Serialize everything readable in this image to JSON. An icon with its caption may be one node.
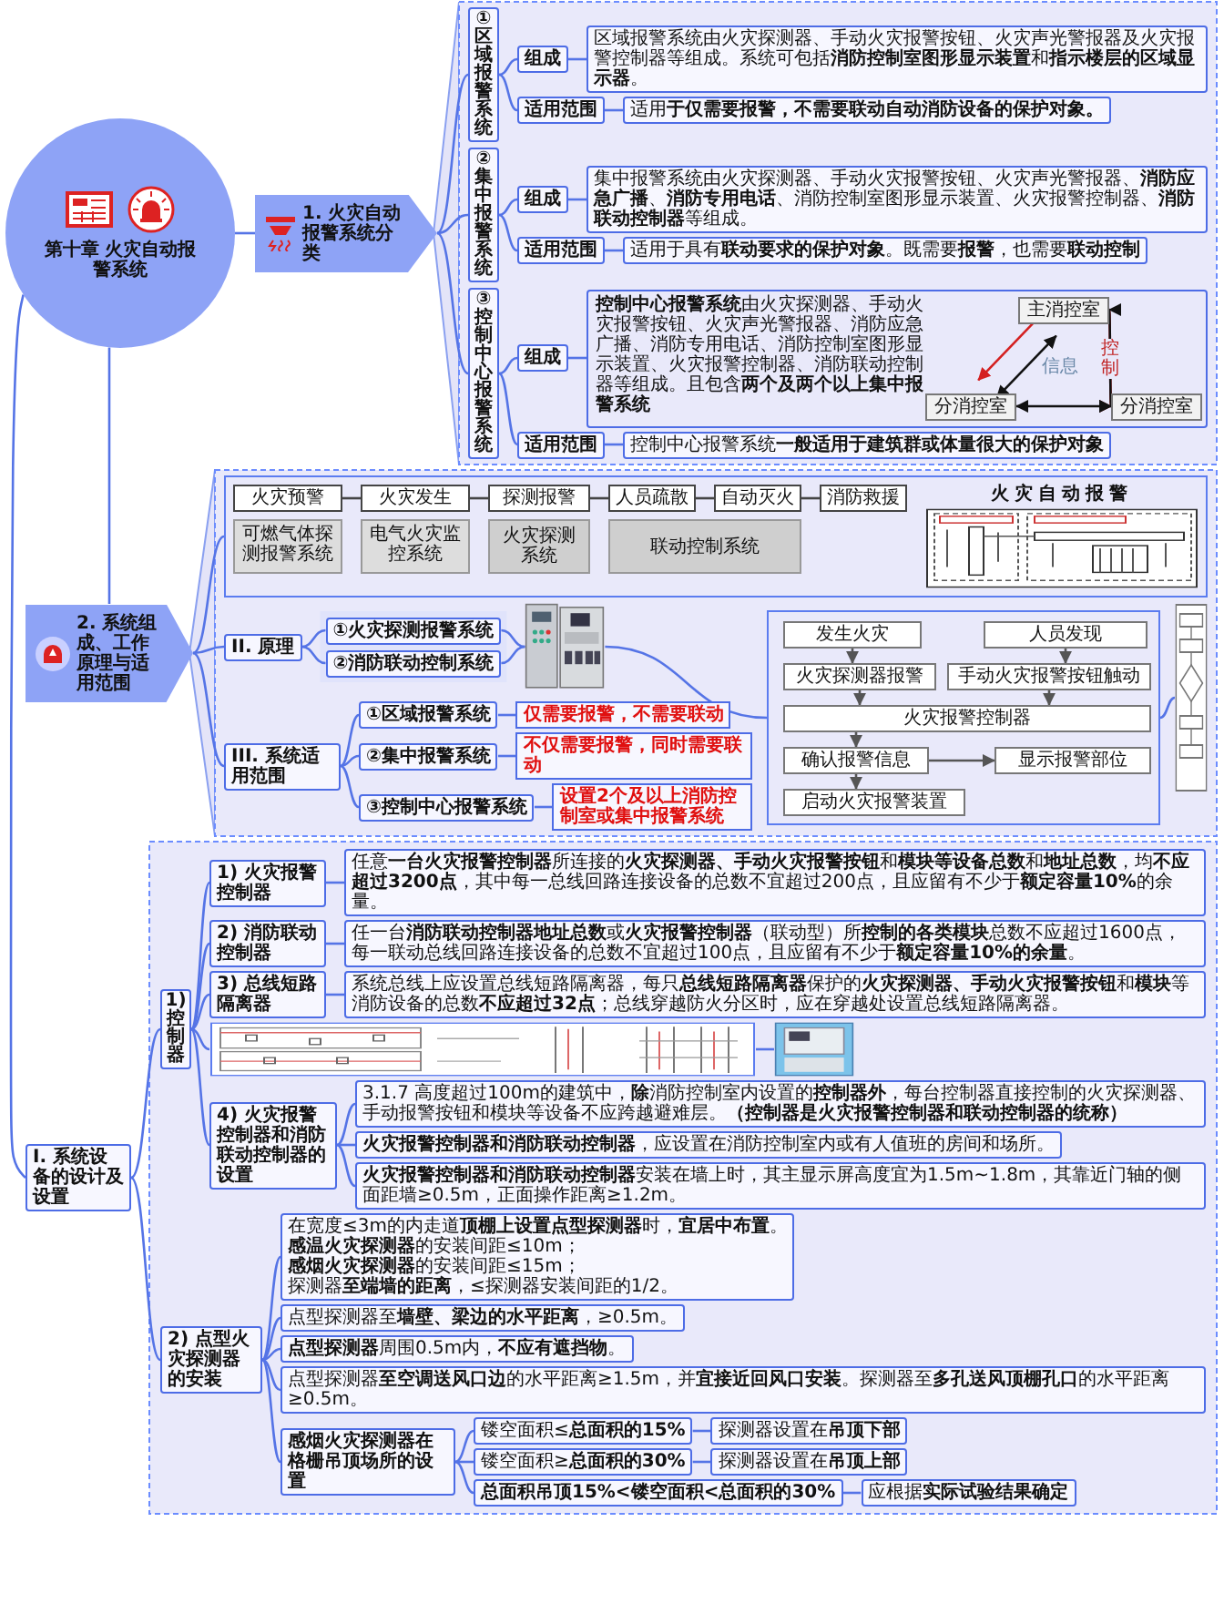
{
  "diagram": {
    "nodes": [
      {
        "text": [
          "第十章 火灾自动报警系统"
        ]
      },
      {
        "text": [
          "**1. 火灾自动报警系统**分类"
        ]
      },
      {
        "text": [
          "①区域报警系统"
        ]
      },
      {
        "text": [
          "组成"
        ]
      },
      {
        "text": [
          "区域报警系统由火灾探测器、手动火灾报警按钮、火灾声光警报器及火灾报警控制器等组成。系统可包括**消防控制室图形显示装置**和**指示楼层的区域显示器**。"
        ]
      },
      {
        "text": [
          "适用范围"
        ]
      },
      {
        "text": [
          "适用**于仅需要报警，不需要联动自动消防设备的保护对象。**"
        ]
      },
      {
        "text": [
          "②集中报警系统"
        ]
      },
      {
        "text": [
          "组成"
        ]
      },
      {
        "text": [
          "集中报警系统由火灾探测器、手动火灾报警按钮、火灾声光警报器、**消防应急广播**、**消防专用电话**、消防控制室图形显示装置、火灾报警控制器、**消防联动控制器**等组成。"
        ]
      },
      {
        "text": [
          "适用范围"
        ]
      },
      {
        "text": [
          "适用于具有**联动要求的保护对象**。既需要**报警**，也需要**联动控制**"
        ]
      },
      {
        "text": [
          "③控制中心报警系统"
        ]
      },
      {
        "text": [
          "组成"
        ]
      },
      {
        "text": [
          "**控制中心报警系统**由火灾探测器、手动火灾报警按钮、火灾声光警报器、消防应急广播、消防专用电话、消防控制室图形显示装置、火灾报警控制器、消防联动控制器等组成。且包含**两个及两个以上集中报警系统**"
        ]
      },
      {
        "text": [
          "主消控室"
        ],
        "in": 14
      },
      {
        "text": [
          "分消控室"
        ],
        "in": 14
      },
      {
        "text": [
          "分消控室"
        ],
        "in": 14
      },
      {
        "text": [
          "适用范围"
        ]
      },
      {
        "text": [
          "控制中心报警系统**一般适用于建筑群或体量很大的保护对象**"
        ]
      },
      {
        "text": [
          "2. 系统组成、工作原理与适用范围"
        ]
      },
      {
        "text": [],
        "shape": "box"
      },
      {
        "text": [
          "火灾预警"
        ],
        "in": 21
      },
      {
        "text": [
          "火灾发生"
        ],
        "in": 21
      },
      {
        "text": [
          "探测报警"
        ],
        "in": 21
      },
      {
        "text": [
          "人员疏散"
        ],
        "in": 21
      },
      {
        "text": [
          "自动灭火"
        ],
        "in": 21
      },
      {
        "text": [
          "消防救援"
        ],
        "in": 21
      },
      {
        "text": [
          "可燃气体探测报警系统"
        ],
        "in": 21
      },
      {
        "text": [
          "电气火灾监控系统"
        ],
        "in": 21
      },
      {
        "text": [
          "火灾探测系统"
        ],
        "in": 21
      },
      {
        "text": [
          "联动控制系统"
        ],
        "in": 21
      },
      {
        "text": [
          "II. 原理"
        ]
      },
      {
        "text": [
          "①**火灾探测报警**系统"
        ]
      },
      {
        "text": [
          "②**消防联动控制**系统"
        ]
      },
      {
        "text": [],
        "shape": "picture"
      },
      {
        "text": [],
        "shape": "box"
      },
      {
        "text": [
          "发生火灾"
        ],
        "in": 36
      },
      {
        "text": [
          "人员发现"
        ],
        "in": 36
      },
      {
        "text": [
          "火灾探测器报警"
        ],
        "in": 36
      },
      {
        "text": [
          "手动火灾报警按钮触动"
        ],
        "in": 36
      },
      {
        "text": [
          "火灾报警控制器"
        ],
        "in": 36
      },
      {
        "text": [
          "确认报警信息"
        ],
        "in": 36
      },
      {
        "text": [
          "显示报警部位"
        ],
        "in": 36
      },
      {
        "text": [
          "启动火灾报警装置"
        ],
        "in": 36
      },
      {
        "text": [],
        "shape": "picture"
      },
      {
        "text": [
          "III. 系统适用范围"
        ]
      },
      {
        "text": [
          "①区域报警系统"
        ]
      },
      {
        "text": [
          "仅需要报警，不需要联动"
        ]
      },
      {
        "text": [
          "②集中报警系统"
        ]
      },
      {
        "text": [
          "不仅需要报警，同时需要联动"
        ]
      },
      {
        "text": [
          "③控制中心报警系统"
        ]
      },
      {
        "text": [
          "设置2个及以上消防控制室或集中报警系统"
        ]
      },
      {
        "text": [
          "I. 系统设备的设计及设置"
        ]
      },
      {
        "text": [
          "1) 控制器"
        ]
      },
      {
        "text": [
          "1) 火灾报警控制器"
        ]
      },
      {
        "text": [
          "任意**一台火灾报警控制器**所连接的**火灾探测器、手动火灾报警按钮**和**模块等设备总数**和**地址总数**，均**不应超过3200点**，其中每一总线回路连接设备的总数不宜超过200点，且应留有不少于**额定容量10%**的余量。"
        ]
      },
      {
        "text": [
          "2) 消防联动控制器"
        ]
      },
      {
        "text": [
          "任一台**消防联动控制器地址总数**或**火灾报警控制器**（联动型）所**控制的各类模块**总数不应超过1600点，每一联动总线回路连接设备的总数不宜超过100点，且应留有不少于**额定容量10%的余量**。"
        ]
      },
      {
        "text": [
          "3) 总线短路隔离器"
        ]
      },
      {
        "text": [
          "系统总线上应设置总线短路隔离器，每只**总线短路隔离器**保护的**火灾探测器、手动火灾报警按钮**和**模块**等消防设备的总数**不应超过32点**；总线穿越防火分区时，应在穿越处设置总线短路隔离器。"
        ]
      },
      {
        "text": [],
        "shape": "picture"
      },
      {
        "text": [],
        "shape": "picture"
      },
      {
        "text": [
          "**4) 火灾报警控制器和消防联动控制器**的设置"
        ]
      },
      {
        "text": [
          "3.1.7 高度超过100m的建筑中，**除**消防控制室内设置的**控制器外**，每台控制器直接控制的火灾探测器、手动报警按钮和模块等设备不应跨越避难层。**（控制器是火灾报警控制器和联动控制器的统称）**"
        ]
      },
      {
        "text": [
          "**火灾报警控制器和消防联动控制器**，应设置在消防控制室内或有人值班的房间和场所。"
        ]
      },
      {
        "text": [
          "**火灾报警控制器和消防联动控制器**安装在墙上时，其主显示屏高度宜为1.5m~1.8m，其靠近门轴的侧面距墙≥0.5m，正面操作距离≥1.2m。"
        ]
      },
      {
        "text": [
          "**2) 点型火灾探测器**的安装"
        ]
      },
      {
        "text": [
          "在宽度≤3m的内走道**顶棚上设置点型探测器**时，**宜居中布置**。",
          "**感温火灾探测器**的安装间距≤10m；",
          "**感烟火灾探测器**的安装间距≤15m；",
          "探测器**至端墙的距离**，≤探测器安装间距的1/2。"
        ]
      },
      {
        "text": [
          "点型探测器至**墙壁、梁边的水平距离**，≥0.5m。"
        ]
      },
      {
        "text": [
          "**点型探测器**周围0.5m内，**不应有遮挡物**。"
        ]
      },
      {
        "text": [
          "点型探测器**至空调送风口边**的水平距离≥1.5m，并**宜接近回风口安装**。探测器至**多孔送风顶棚孔口**的水平距离≥0.5m。"
        ]
      },
      {
        "text": [
          "感烟火灾探测器在格栅吊顶场所的设置"
        ]
      },
      {
        "text": [
          "镂空面积≤**总面积的15%**"
        ]
      },
      {
        "text": [
          "探测器设置在**吊顶下部**"
        ]
      },
      {
        "text": [
          "镂空面积≥**总面积的30%**"
        ]
      },
      {
        "text": [
          "探测器设置在**吊顶上部**"
        ]
      },
      {
        "text": [
          "**总面积吊顶15%<镂空面积<总面积的30%**"
        ]
      },
      {
        "text": [
          "应根据**实际试验结果确定**"
        ]
      }
    ],
    "edges": [
      {
        "from": 0,
        "to": 1,
        "arrow": "none"
      },
      {
        "from": 0,
        "to": 20,
        "arrow": "none"
      },
      {
        "from": 0,
        "to": 53,
        "arrow": "none"
      },
      {
        "from": 1,
        "to": 2,
        "arrow": "none"
      },
      {
        "from": 1,
        "to": 7,
        "arrow": "none"
      },
      {
        "from": 1,
        "to": 12,
        "arrow": "none"
      },
      {
        "from": 2,
        "to": 3,
        "arrow": "none"
      },
      {
        "from": 2,
        "to": 5,
        "arrow": "none"
      },
      {
        "from": 3,
        "to": 4,
        "arrow": "none"
      },
      {
        "from": 5,
        "to": 6,
        "arrow": "none"
      },
      {
        "from": 7,
        "to": 8,
        "arrow": "none"
      },
      {
        "from": 7,
        "to": 10,
        "arrow": "none"
      },
      {
        "from": 8,
        "to": 9,
        "arrow": "none"
      },
      {
        "from": 10,
        "to": 11,
        "arrow": "none"
      },
      {
        "from": 12,
        "to": 13,
        "arrow": "none"
      },
      {
        "from": 12,
        "to": 18,
        "arrow": "none"
      },
      {
        "from": 13,
        "to": 14,
        "arrow": "none"
      },
      {
        "from": 18,
        "to": 19,
        "arrow": "none"
      },
      {
        "from": 15,
        "to": 16,
        "arrow": "to",
        "color": "#d42020"
      },
      {
        "from": 15,
        "to": 17,
        "arrow": "to",
        "color": "#d42020",
        "label": "控制"
      },
      {
        "from": 15,
        "to": 16,
        "arrow": "both",
        "color": "#111111"
      },
      {
        "from": 15,
        "to": 17,
        "arrow": "both",
        "color": "#111111"
      },
      {
        "from": 16,
        "to": 17,
        "arrow": "both",
        "color": "#111111"
      },
      {
        "from": 22,
        "to": 23,
        "arrow": "none",
        "color": "#444444"
      },
      {
        "from": 23,
        "to": 24,
        "arrow": "none",
        "color": "#444444"
      },
      {
        "from": 24,
        "to": 25,
        "arrow": "none",
        "color": "#444444"
      },
      {
        "from": 25,
        "to": 26,
        "arrow": "none",
        "color": "#444444"
      },
      {
        "from": 26,
        "to": 27,
        "arrow": "none",
        "color": "#444444"
      },
      {
        "from": 20,
        "to": 21,
        "arrow": "none"
      },
      {
        "from": 20,
        "to": 32,
        "arrow": "none"
      },
      {
        "from": 20,
        "to": 46,
        "arrow": "none"
      },
      {
        "from": 32,
        "to": 33,
        "arrow": "none"
      },
      {
        "from": 32,
        "to": 34,
        "arrow": "none"
      },
      {
        "from": 33,
        "to": 35,
        "arrow": "none"
      },
      {
        "from": 34,
        "to": 35,
        "arrow": "none"
      },
      {
        "from": 35,
        "to": 36,
        "arrow": "none"
      },
      {
        "from": 36,
        "to": 45,
        "arrow": "none"
      },
      {
        "from": 37,
        "to": 39,
        "arrow": "to",
        "color": "#555555"
      },
      {
        "from": 38,
        "to": 40,
        "arrow": "to",
        "color": "#555555"
      },
      {
        "from": 39,
        "to": 41,
        "arrow": "to",
        "color": "#555555"
      },
      {
        "from": 40,
        "to": 41,
        "arrow": "to",
        "color": "#555555"
      },
      {
        "from": 41,
        "to": 42,
        "arrow": "to",
        "color": "#555555"
      },
      {
        "from": 42,
        "to": 43,
        "arrow": "to",
        "color": "#555555"
      },
      {
        "from": 42,
        "to": 44,
        "arrow": "to",
        "color": "#555555"
      },
      {
        "from": 46,
        "to": 47,
        "arrow": "none"
      },
      {
        "from": 46,
        "to": 49,
        "arrow": "none"
      },
      {
        "from": 46,
        "to": 51,
        "arrow": "none"
      },
      {
        "from": 47,
        "to": 48,
        "arrow": "none"
      },
      {
        "from": 49,
        "to": 50,
        "arrow": "none"
      },
      {
        "from": 51,
        "to": 52,
        "arrow": "none"
      },
      {
        "from": 53,
        "to": 54,
        "arrow": "none"
      },
      {
        "from": 53,
        "to": 67,
        "arrow": "none"
      },
      {
        "from": 54,
        "to": 55,
        "arrow": "none"
      },
      {
        "from": 54,
        "to": 57,
        "arrow": "none"
      },
      {
        "from": 54,
        "to": 59,
        "arrow": "none"
      },
      {
        "from": 54,
        "to": 61,
        "arrow": "none"
      },
      {
        "from": 54,
        "to": 63,
        "arrow": "none"
      },
      {
        "from": 55,
        "to": 56,
        "arrow": "none"
      },
      {
        "from": 57,
        "to": 58,
        "arrow": "none"
      },
      {
        "from": 59,
        "to": 60,
        "arrow": "none"
      },
      {
        "from": 61,
        "to": 62,
        "arrow": "none"
      },
      {
        "from": 63,
        "to": 64,
        "arrow": "none"
      },
      {
        "from": 63,
        "to": 65,
        "arrow": "none"
      },
      {
        "from": 63,
        "to": 66,
        "arrow": "none"
      },
      {
        "from": 67,
        "to": 68,
        "arrow": "none"
      },
      {
        "from": 67,
        "to": 69,
        "arrow": "none"
      },
      {
        "from": 67,
        "to": 70,
        "arrow": "none"
      },
      {
        "from": 67,
        "to": 71,
        "arrow": "none"
      },
      {
        "from": 67,
        "to": 72,
        "arrow": "none"
      },
      {
        "from": 72,
        "to": 73,
        "arrow": "none"
      },
      {
        "from": 72,
        "to": 75,
        "arrow": "none"
      },
      {
        "from": 72,
        "to": 77,
        "arrow": "none"
      },
      {
        "from": 73,
        "to": 74,
        "arrow": "none"
      },
      {
        "from": 75,
        "to": 76,
        "arrow": "none"
      },
      {
        "from": 77,
        "to": 78,
        "arrow": "none"
      }
    ],
    "labels": [
      "信息",
      "火灾自动报警"
    ]
  }
}
